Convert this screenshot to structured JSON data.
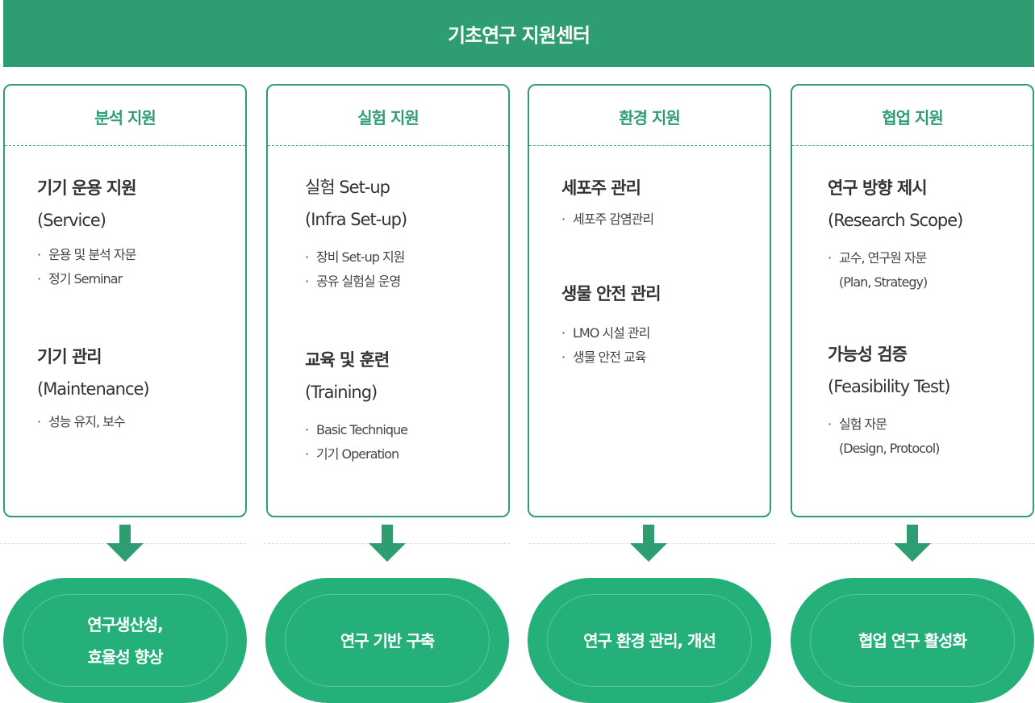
{
  "header": {
    "title": "기초연구 지원센터"
  },
  "columns": [
    {
      "title": "분석 지원",
      "sections": [
        {
          "heading": "기기 운용 지원",
          "sub": "(Service)",
          "bullets": [
            "운용 및 분석 자문",
            "정기 Seminar"
          ]
        },
        {
          "heading": "기기 관리",
          "sub": "(Maintenance)",
          "bullets": [
            "성능 유지, 보수"
          ]
        }
      ],
      "outcome": "연구생산성,\n효율성 향상"
    },
    {
      "title": "실험 지원",
      "sections": [
        {
          "heading": "실험 Set-up",
          "sub": "(Infra Set-up)",
          "bullets": [
            "장비 Set-up 지원",
            "공유 실험실 운영"
          ]
        },
        {
          "heading": "교육 및 훈련",
          "sub": "(Training)",
          "bullets": [
            "Basic Technique",
            "기기 Operation"
          ]
        }
      ],
      "outcome": "연구 기반 구축"
    },
    {
      "title": "환경 지원",
      "sections": [
        {
          "heading": "세포주 관리",
          "bullets": [
            "세포주 감염관리"
          ]
        },
        {
          "heading": "생물 안전 관리",
          "bullets": [
            "LMO 시설 관리",
            "생물 안전 교육"
          ]
        }
      ],
      "outcome": "연구 환경 관리, 개선"
    },
    {
      "title": "협업 지원",
      "sections": [
        {
          "heading": "연구 방향 제시",
          "sub": "(Research Scope)",
          "bullets": [
            "교수, 연구원 자문",
            "(Plan, Strategy)"
          ]
        },
        {
          "heading": "가능성 검증",
          "sub": "(Feasibility Test)",
          "bullets": [
            "실험 자문",
            "(Design, Protocol)"
          ]
        }
      ],
      "outcome": "협업 연구 활성화"
    }
  ]
}
